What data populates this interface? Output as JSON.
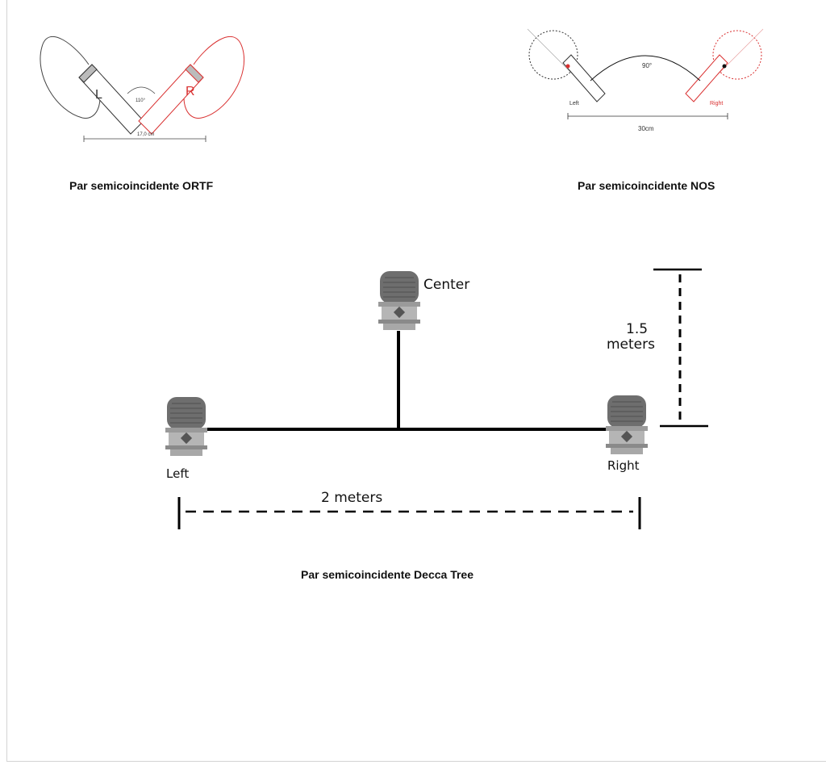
{
  "ortf": {
    "left_label": "L",
    "right_label": "R",
    "angle_label": "110°",
    "distance_label": "17,0 cm",
    "caption": "Par semicoincidente ORTF"
  },
  "nos": {
    "angle_label": "90°",
    "left_label": "Left",
    "right_label": "Right",
    "distance_label": "30cm",
    "caption": "Par semicoincidente NOS"
  },
  "decca": {
    "center_label": "Center",
    "left_label": "Left",
    "right_label": "Right",
    "height_label_line1": "1.5",
    "height_label_line2": "meters",
    "width_label": "2 meters",
    "caption": "Par semicoincidente Decca Tree"
  },
  "colors": {
    "left_channel": "#555555",
    "right_channel": "#d93030",
    "line": "#000000"
  }
}
